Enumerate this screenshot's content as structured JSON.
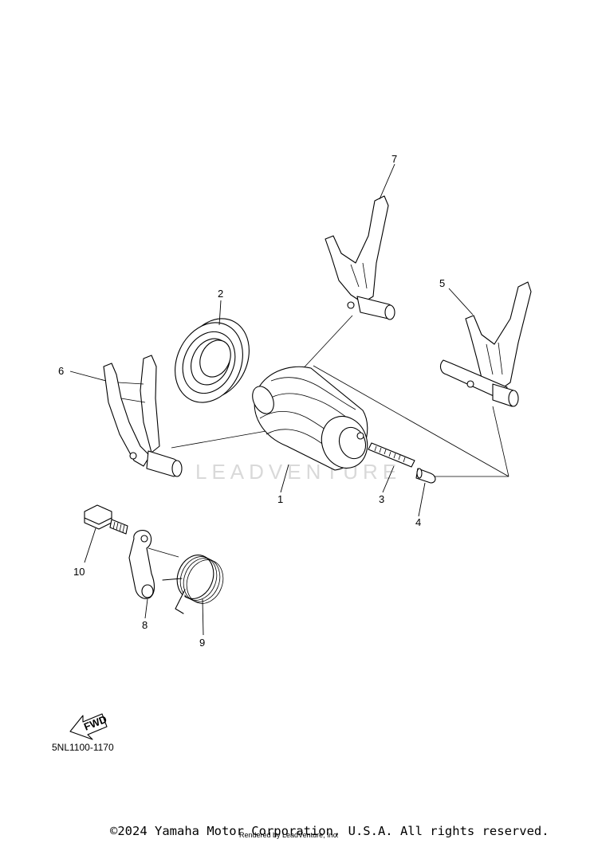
{
  "diagram": {
    "code": "5NL1100-1170",
    "watermark": "LEADVENTURE",
    "fwd_label": "FWD",
    "callouts": [
      {
        "id": "1",
        "label": "1"
      },
      {
        "id": "2",
        "label": "2"
      },
      {
        "id": "3",
        "label": "3"
      },
      {
        "id": "4",
        "label": "4"
      },
      {
        "id": "5",
        "label": "5"
      },
      {
        "id": "6",
        "label": "6"
      },
      {
        "id": "7",
        "label": "7"
      },
      {
        "id": "8",
        "label": "8"
      },
      {
        "id": "9",
        "label": "9"
      },
      {
        "id": "10",
        "label": "10"
      }
    ]
  },
  "footer": {
    "copyright": "©2024 Yamaha Motor Corporation, U.S.A. All rights reserved.",
    "rendered_by": "Rendered by LeadVenture, Inc."
  },
  "colors": {
    "line": "#000000",
    "background": "#ffffff",
    "watermark": "#d9d9d9"
  }
}
